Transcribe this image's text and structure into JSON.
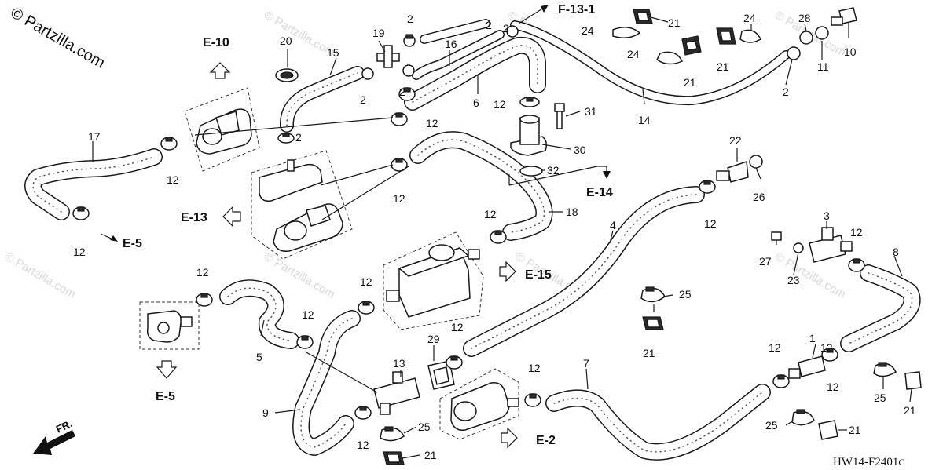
{
  "brand": {
    "text": "© Partzilla.com"
  },
  "watermark": {
    "text": "© Partzilla.com"
  },
  "diagram_code": "HW14-F2401",
  "diagram_code_suffix": "C",
  "front_label": "FR.",
  "references": {
    "e10": "E-10",
    "e13": "E-13",
    "e5_top": "E-5",
    "e5_bottom": "E-5",
    "e14": "E-14",
    "e15": "E-15",
    "e2": "E-2",
    "f131": "F-13-1"
  },
  "callouts": {
    "c1": "1",
    "c2a": "2",
    "c2b": "2",
    "c2c": "2",
    "c2d": "2",
    "c2e": "2",
    "c2f": "2",
    "c3": "3",
    "c4": "4",
    "c5": "5",
    "c6": "6",
    "c7": "7",
    "c8": "8",
    "c9": "9",
    "c10": "10",
    "c11": "11",
    "c12a": "12",
    "c12b": "12",
    "c12c": "12",
    "c12d": "12",
    "c12e": "12",
    "c12f": "12",
    "c12g": "12",
    "c12h": "12",
    "c12i": "12",
    "c12j": "12",
    "c12k": "12",
    "c12l": "12",
    "c12m": "12",
    "c12n": "12",
    "c12o": "12",
    "c12p": "12",
    "c12q": "12",
    "c13": "13",
    "c14": "14",
    "c15": "15",
    "c16": "16",
    "c17": "17",
    "c18": "18",
    "c19": "19",
    "c20": "20",
    "c21a": "21",
    "c21b": "21",
    "c21c": "21",
    "c21d": "21",
    "c21e": "21",
    "c21f": "21",
    "c21g": "21",
    "c22": "22",
    "c23": "23",
    "c24a": "24",
    "c24b": "24",
    "c24c": "24",
    "c25a": "25",
    "c25b": "25",
    "c25c": "25",
    "c25d": "25",
    "c26": "26",
    "c27": "27",
    "c28": "28",
    "c29": "29",
    "c30": "30",
    "c31": "31",
    "c32": "32"
  }
}
